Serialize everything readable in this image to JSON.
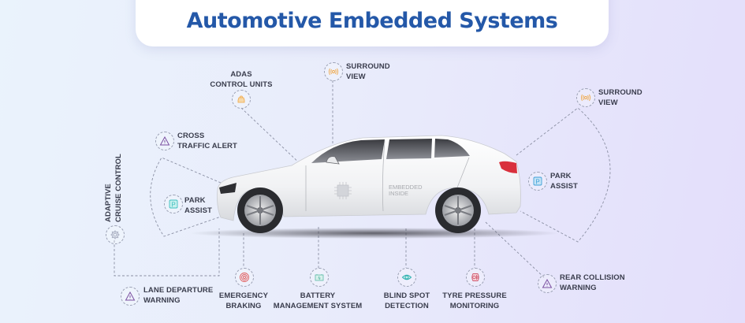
{
  "title": "Automotive Embedded Systems",
  "car_decal": {
    "line1": "EMBEDDED",
    "line2": "INSIDE",
    "icon": "chip-icon"
  },
  "features": {
    "adas_control_units": {
      "line1": "ADAS",
      "line2": "CONTROL UNITS",
      "icon": "car-front-icon",
      "color": "#f0a847"
    },
    "surround_view_front": {
      "line1": "SURROUND",
      "line2": "VIEW",
      "icon": "radar-signal-icon",
      "color": "#f0a847"
    },
    "surround_view_rear": {
      "line1": "SURROUND",
      "line2": "VIEW",
      "icon": "radar-signal-icon",
      "color": "#f0a847"
    },
    "cross_traffic_alert": {
      "line1": "CROSS",
      "line2": "TRAFFIC ALERT",
      "icon": "warning-triangle-icon",
      "color": "#7a4fa0"
    },
    "park_assist_front": {
      "line1": "PARK",
      "line2": "ASSIST",
      "icon": "parking-icon",
      "color": "#3fbfc0"
    },
    "park_assist_rear": {
      "line1": "PARK",
      "line2": "ASSIST",
      "icon": "parking-icon",
      "color": "#3fa0d8"
    },
    "adaptive_cruise_control": {
      "line1": "ADAPTIVE",
      "line2": "CRUISE CONTROL",
      "icon": "gear-icon",
      "color": "#9aa0b4"
    },
    "lane_departure_warning": {
      "line1": "LANE DEPARTURE",
      "line2": "WARNING",
      "icon": "warning-triangle-icon",
      "color": "#7a4fa0"
    },
    "emergency_braking": {
      "line1": "EMERGENCY",
      "line2": "BRAKING",
      "icon": "brake-disc-icon",
      "color": "#e05a5a"
    },
    "battery_management_system": {
      "line1": "BATTERY",
      "line2": "MANAGEMENT SYSTEM",
      "icon": "battery-icon",
      "color": "#6cc0b0"
    },
    "blind_spot_detection": {
      "line1": "BLIND SPOT",
      "line2": "DETECTION",
      "icon": "eye-icon",
      "color": "#2fb0b0"
    },
    "tyre_pressure_monitoring": {
      "line1": "TYRE PRESSURE",
      "line2": "MONITORING",
      "icon": "tyre-icon",
      "color": "#d05a70"
    },
    "rear_collision_warning": {
      "line1": "REAR COLLISION",
      "line2": "WARNING",
      "icon": "warning-triangle-icon",
      "color": "#7a4fa0"
    }
  }
}
